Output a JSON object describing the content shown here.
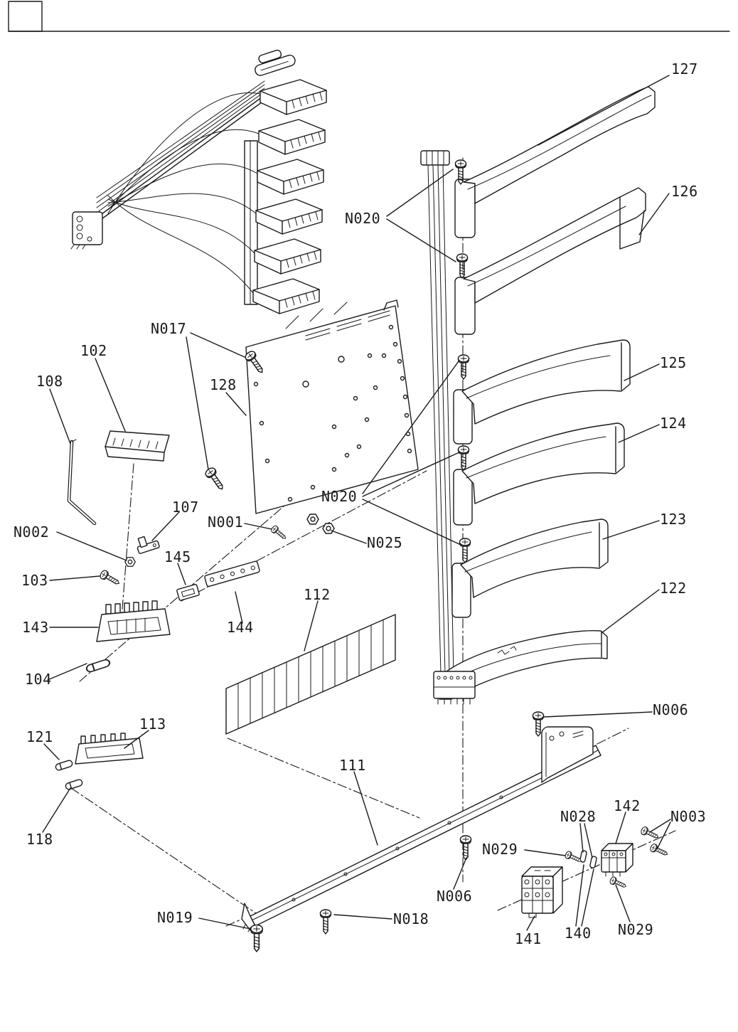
{
  "colors": {
    "ink": "#1a1a1a",
    "paper": "#ffffff"
  },
  "labels": [
    {
      "text": "127"
    },
    {
      "text": "126"
    },
    {
      "text": "N020"
    },
    {
      "text": "125"
    },
    {
      "text": "124"
    },
    {
      "text": "123"
    },
    {
      "text": "122"
    },
    {
      "text": "N017"
    },
    {
      "text": "102"
    },
    {
      "text": "108"
    },
    {
      "text": "128"
    },
    {
      "text": "N002"
    },
    {
      "text": "107"
    },
    {
      "text": "N001"
    },
    {
      "text": "103"
    },
    {
      "text": "145"
    },
    {
      "text": "143"
    },
    {
      "text": "144"
    },
    {
      "text": "112"
    },
    {
      "text": "N025"
    },
    {
      "text": "N020"
    },
    {
      "text": "104"
    },
    {
      "text": "113"
    },
    {
      "text": "121"
    },
    {
      "text": "118"
    },
    {
      "text": "111"
    },
    {
      "text": "N006"
    },
    {
      "text": "N019"
    },
    {
      "text": "N018"
    },
    {
      "text": "N006"
    },
    {
      "text": "N029"
    },
    {
      "text": "N028"
    },
    {
      "text": "142"
    },
    {
      "text": "N003"
    },
    {
      "text": "141"
    },
    {
      "text": "140"
    },
    {
      "text": "N029"
    }
  ]
}
